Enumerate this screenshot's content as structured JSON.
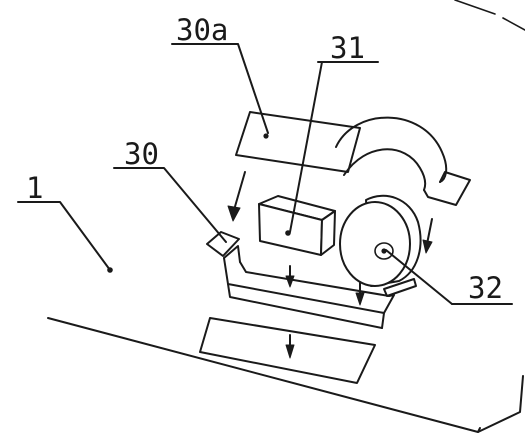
{
  "figure": {
    "labels": {
      "base_plate": "1",
      "holder": "30",
      "cover": "30a",
      "block": "31",
      "roller": "32"
    }
  }
}
